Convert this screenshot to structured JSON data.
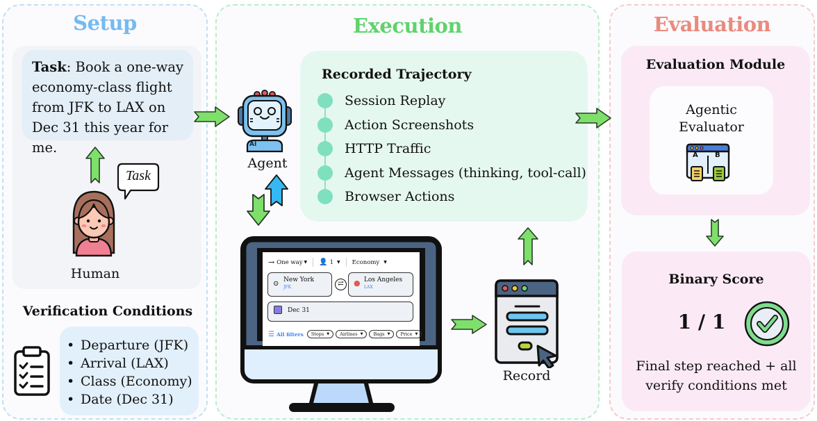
{
  "setup": {
    "title": "Setup",
    "task_label": "Task",
    "task_text": ": Book a one-way economy-class flight from JFK to LAX on Dec 31 this year for me.",
    "speech_bubble": "Task",
    "human_label": "Human",
    "verification_title": "Verification Conditions",
    "conditions": [
      "Departure (JFK)",
      "Arrival (LAX)",
      "Class (Economy)",
      "Date (Dec 31)"
    ]
  },
  "execution": {
    "title": "Execution",
    "agent_label": "Agent",
    "agent_badge": "AI",
    "trajectory_title": "Recorded Trajectory",
    "trajectory_items": [
      "Session Replay",
      "Action Screenshots",
      "HTTP Traffic",
      "Agent Messages (thinking, tool-call)",
      "Browser Actions"
    ],
    "record_label": "Record",
    "browser": {
      "trip_type": "One way",
      "passengers": "1",
      "cabin_class": "Economy",
      "origin_city": "New York",
      "origin_code": "JFK",
      "destination_city": "Los Angeles",
      "destination_code": "LAX",
      "date": "Dec 31",
      "all_filters": "All filters",
      "filters": [
        "Stops",
        "Airlines",
        "Bags",
        "Price"
      ]
    }
  },
  "evaluation": {
    "title": "Evaluation",
    "module_title": "Evaluation Module",
    "evaluator_label_line1": "Agentic",
    "evaluator_label_line2": "Evaluator",
    "evaluator_icon_labels": [
      "A",
      "B"
    ],
    "score_title": "Binary Score",
    "score_value": "1 / 1",
    "score_description": "Final step reached + all verify conditions met"
  },
  "colors": {
    "setup_accent": "#74baf0",
    "execution_accent": "#5fd36c",
    "evaluation_accent": "#ea8a7e",
    "arrow_green": "#7ee06a",
    "arrow_blue": "#36b8f5",
    "trajectory_dot": "#7fe0bf"
  }
}
